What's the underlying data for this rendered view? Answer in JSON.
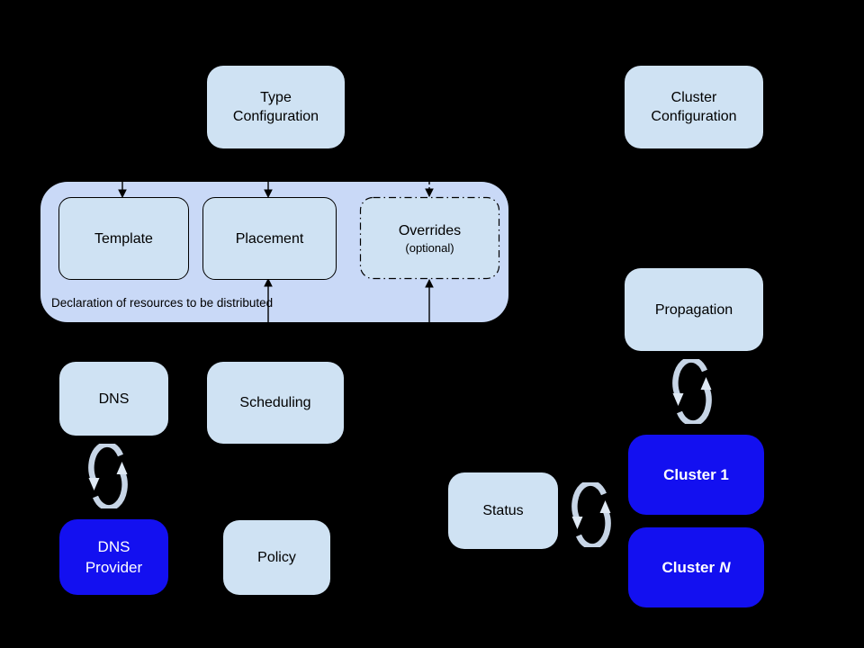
{
  "colors": {
    "background": "#000000",
    "box_light_blue": "#cfe2f3",
    "group_container": "#c9d9f7",
    "box_bright_blue": "#1310f0",
    "sync_arrows": "#c7d5e6",
    "text_dark": "#000000",
    "text_light": "#ffffff"
  },
  "icons": {
    "sync": "sync-arrows-icon"
  },
  "nodes": {
    "type_configuration": {
      "line1": "Type",
      "line2": "Configuration"
    },
    "cluster_configuration": {
      "line1": "Cluster",
      "line2": "Configuration"
    },
    "template": {
      "label": "Template"
    },
    "placement": {
      "label": "Placement"
    },
    "overrides": {
      "label": "Overrides",
      "sublabel": "(optional)"
    },
    "dns": {
      "label": "DNS"
    },
    "scheduling": {
      "label": "Scheduling"
    },
    "policy": {
      "label": "Policy"
    },
    "dns_provider": {
      "line1": "DNS",
      "line2": "Provider"
    },
    "propagation": {
      "label": "Propagation"
    },
    "status": {
      "label": "Status"
    },
    "cluster_1": {
      "label": "Cluster 1"
    },
    "cluster_n": {
      "prefix": "Cluster",
      "suffix": "N"
    }
  },
  "group": {
    "caption": "Declaration of resources to be distributed"
  }
}
